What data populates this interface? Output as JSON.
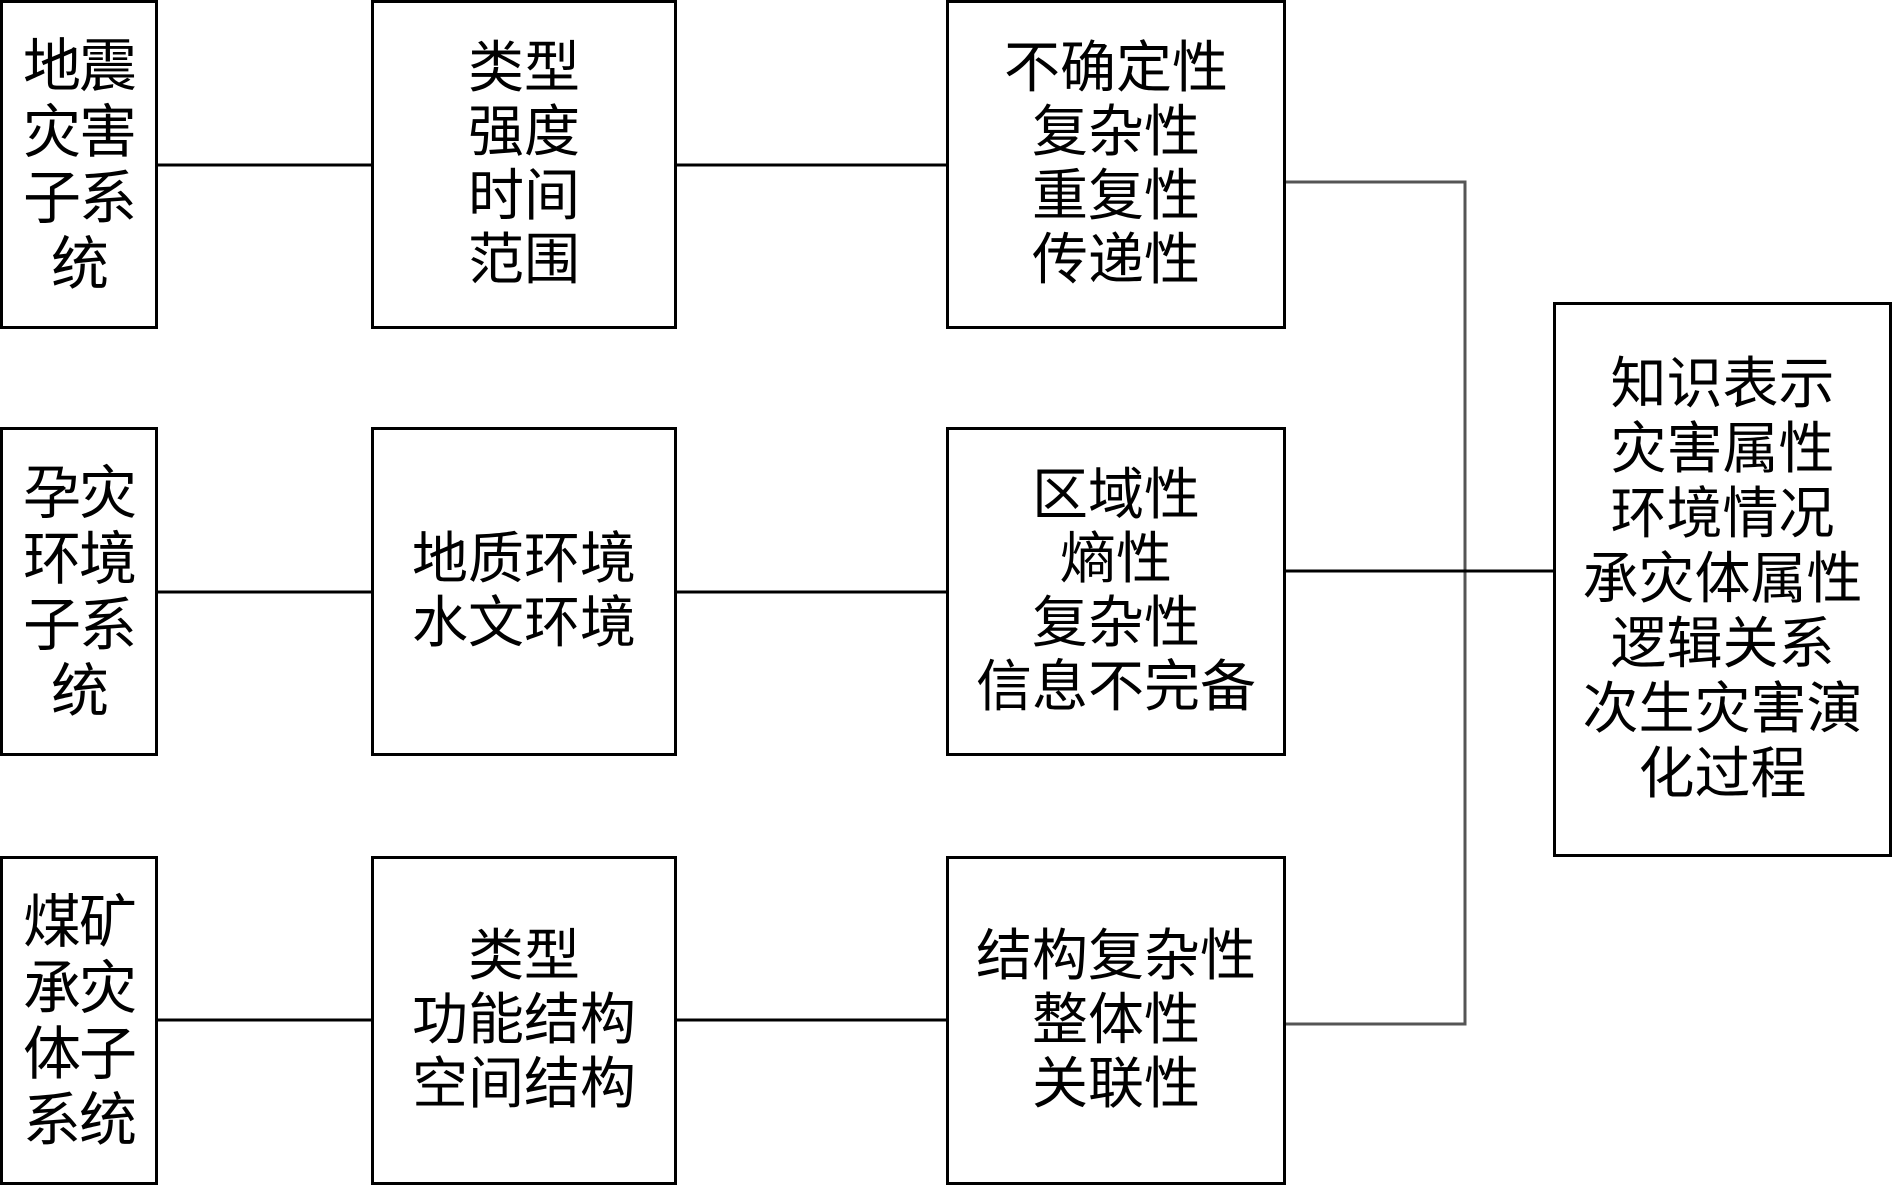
{
  "subsystems": [
    {
      "lines": [
        "地震",
        "灾害",
        "子系",
        "统"
      ]
    },
    {
      "lines": [
        "孕灾",
        "环境",
        "子系",
        "统"
      ]
    },
    {
      "lines": [
        "煤矿",
        "承灾",
        "体子",
        "系统"
      ]
    }
  ],
  "attributes": [
    {
      "lines": [
        "类型",
        "强度",
        "时间",
        "范围"
      ]
    },
    {
      "lines": [
        "地质环境",
        "水文环境"
      ]
    },
    {
      "lines": [
        "类型",
        "功能结构",
        "空间结构"
      ]
    }
  ],
  "properties": [
    {
      "lines": [
        "不确定性",
        "复杂性",
        "重复性",
        "传递性"
      ]
    },
    {
      "lines": [
        "区域性",
        "熵性",
        "复杂性",
        "信息不完备"
      ]
    },
    {
      "lines": [
        "结构复杂性",
        "整体性",
        "关联性"
      ]
    }
  ],
  "knowledge": {
    "lines": [
      "知识表示",
      "灾害属性",
      "环境情况",
      "承灾体属性",
      "逻辑关系",
      "次生灾害演",
      "化过程"
    ]
  },
  "colors": {
    "border": "#000000",
    "connector": "#000000",
    "bracket": "#555555"
  }
}
